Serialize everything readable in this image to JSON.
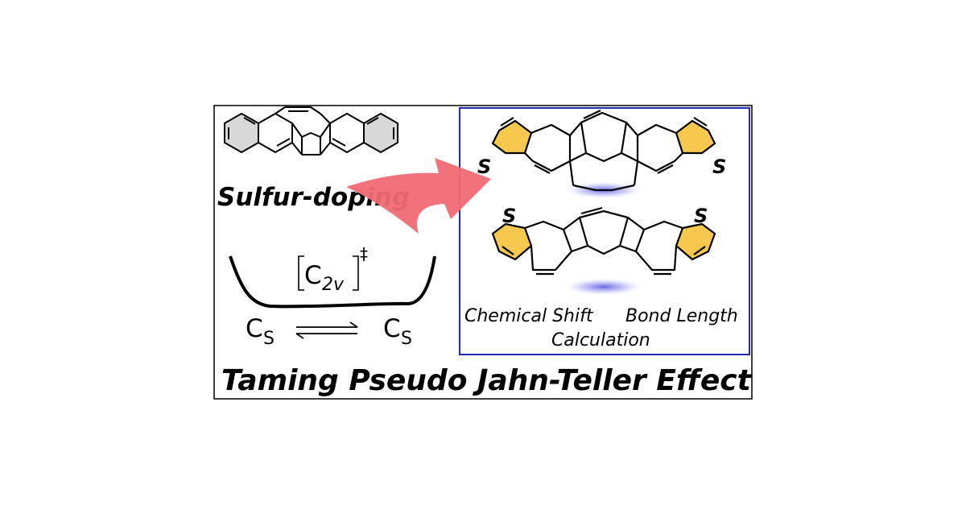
{
  "labels": {
    "doping": "Sulfur-doping",
    "ts_letter": "C",
    "ts_sub": "2v",
    "ts_dagger": "‡",
    "cs_letter": "C",
    "cs_sub": "S",
    "sulfur": "S",
    "chemical_shift": "Chemical Shift",
    "bond_length": "Bond Length",
    "calculation": "Calculation",
    "title": "Taming Pseudo Jahn-Teller Effect"
  },
  "colors": {
    "frame": "#000000",
    "inner_box": "#1f2bb0",
    "arrow": "#f06a73",
    "thiophene_fill": "#f6c94e",
    "benzene_fill": "#d8d8d8",
    "glow": "#5a5ae6"
  }
}
